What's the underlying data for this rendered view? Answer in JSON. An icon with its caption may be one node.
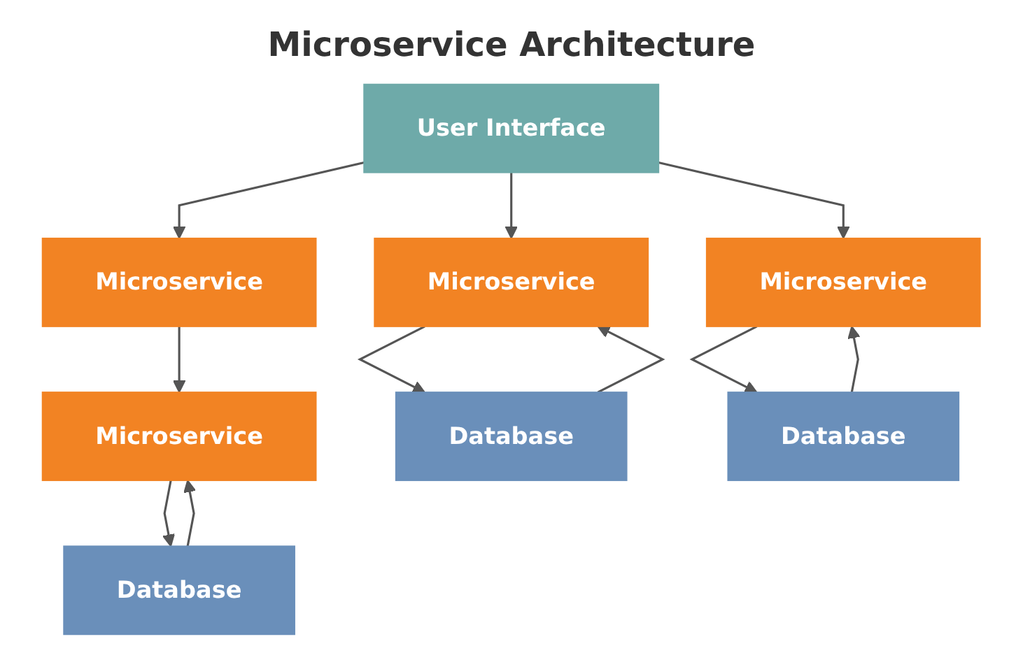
{
  "diagram": {
    "title": "Microservice Architecture",
    "nodes": [
      {
        "text": [
          "User Interface"
        ]
      },
      {
        "text": [
          "Microservice"
        ]
      },
      {
        "text": [
          "Microservice"
        ]
      },
      {
        "text": [
          "Microservice"
        ]
      },
      {
        "text": [
          "Microservice"
        ]
      },
      {
        "text": [
          "Database"
        ]
      },
      {
        "text": [
          "Database"
        ]
      },
      {
        "text": [
          "Database"
        ]
      }
    ],
    "edges": [
      {
        "from": 0,
        "to": 2,
        "arrow": "to"
      },
      {
        "from": 0,
        "to": 3,
        "arrow": "to"
      },
      {
        "from": 0,
        "to": 1,
        "arrow": "to"
      },
      {
        "from": 1,
        "to": 4,
        "arrow": "to"
      },
      {
        "from": 2,
        "to": 5,
        "arrow": "to"
      },
      {
        "from": 5,
        "to": 2,
        "arrow": "to"
      },
      {
        "from": 3,
        "to": 6,
        "arrow": "to"
      },
      {
        "from": 6,
        "to": 3,
        "arrow": "to"
      },
      {
        "from": 4,
        "to": 7,
        "arrow": "to"
      },
      {
        "from": 7,
        "to": 4,
        "arrow": "to"
      }
    ]
  }
}
